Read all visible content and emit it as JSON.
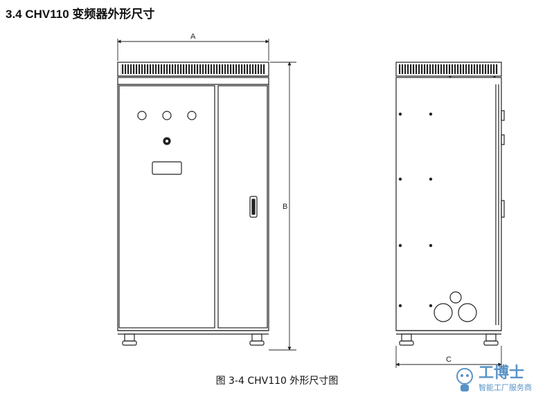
{
  "title": "3.4 CHV110 变频器外形尺寸",
  "caption": "图 3-4 CHV110 外形尺寸图",
  "dimensions": {
    "width_label": "A",
    "height_label": "B",
    "depth_label": "C"
  },
  "watermark": {
    "brand": "工博士",
    "slogan": "智能工厂服务商"
  },
  "colors": {
    "outline": "#222222",
    "watermark": "#1f6fb5"
  }
}
